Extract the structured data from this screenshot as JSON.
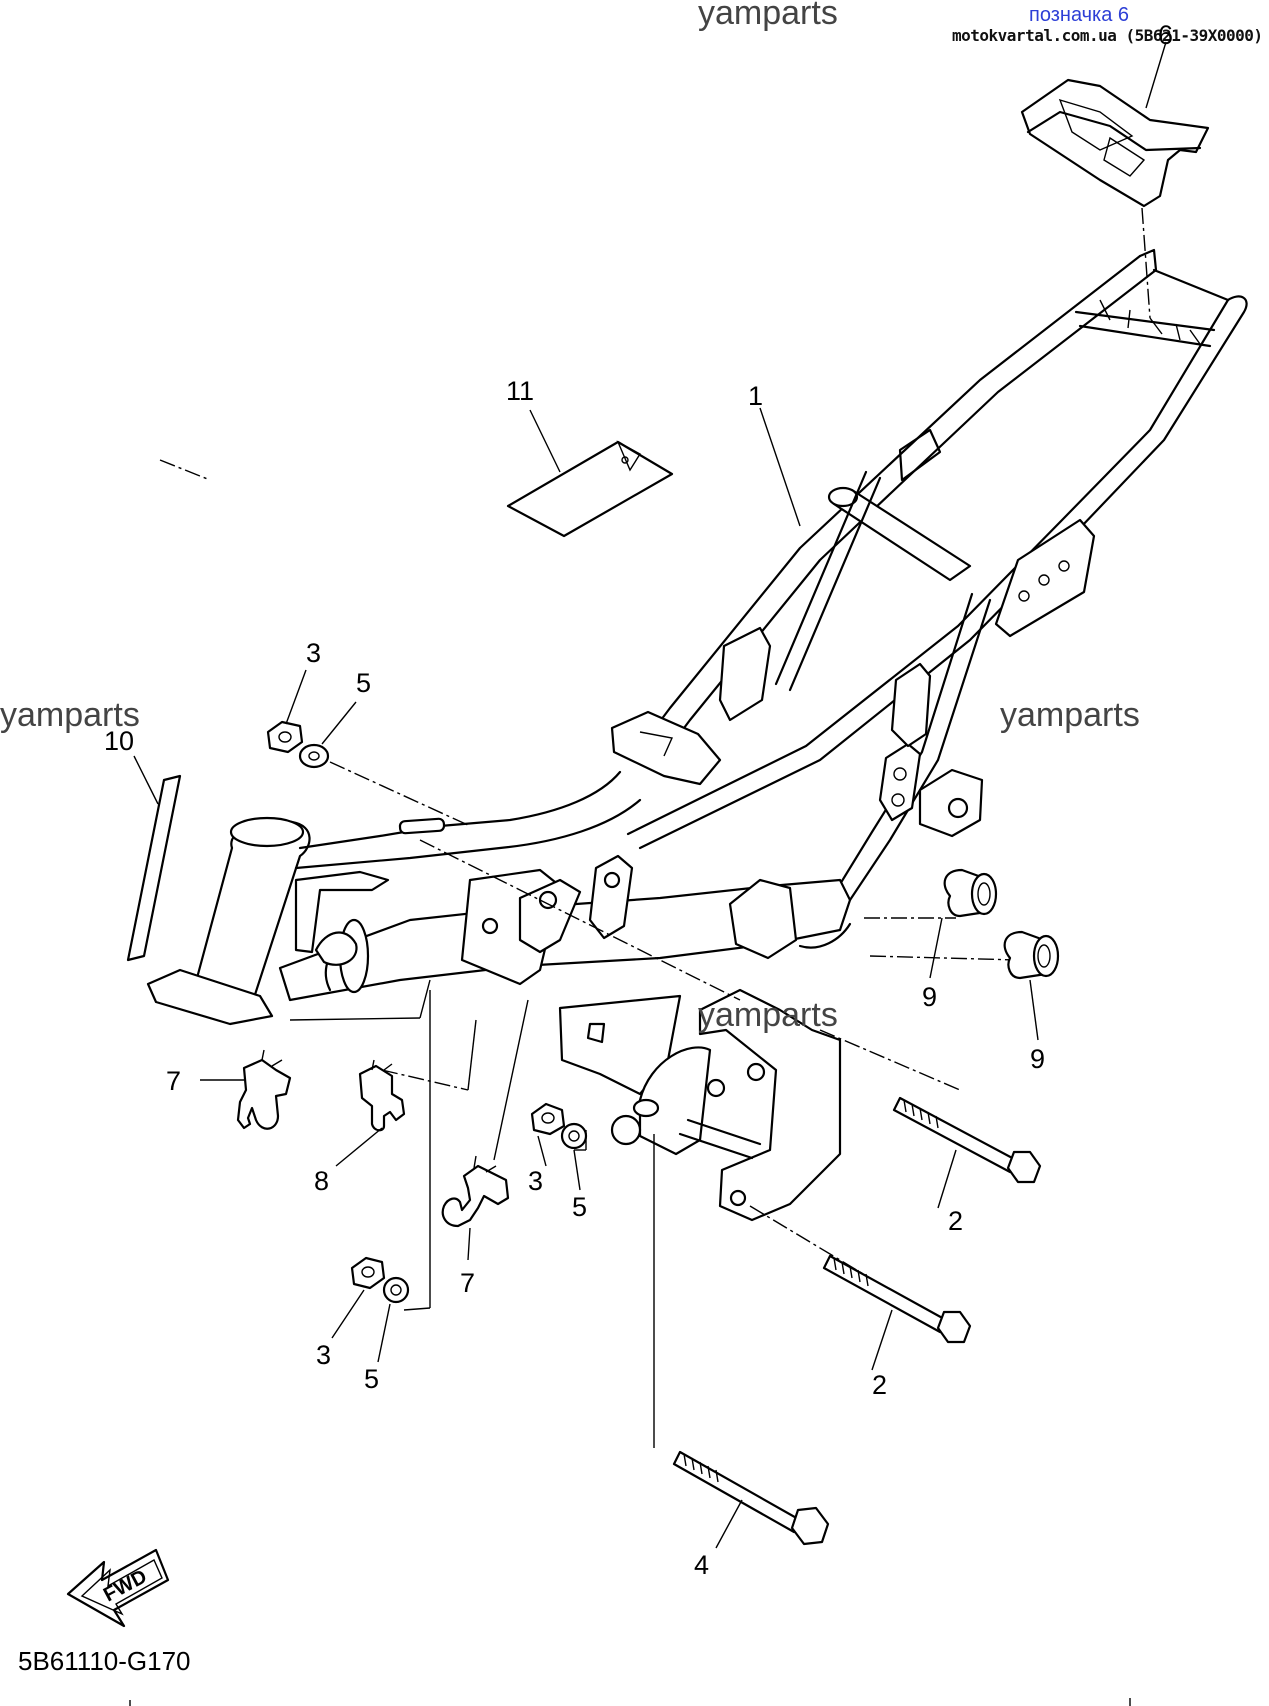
{
  "header": {
    "label": "позначка 6",
    "source": "motokvartal.com.ua (5B621-39X0000)"
  },
  "watermarks": [
    "yamparts",
    "yamparts",
    "yamparts",
    "yamparts"
  ],
  "callouts": [
    "1",
    "2",
    "2",
    "3",
    "3",
    "3",
    "4",
    "5",
    "5",
    "5",
    "6",
    "7",
    "7",
    "8",
    "9",
    "9",
    "10",
    "11"
  ],
  "fwd_label": "FWD",
  "diagram_code": "5B61110-G170"
}
